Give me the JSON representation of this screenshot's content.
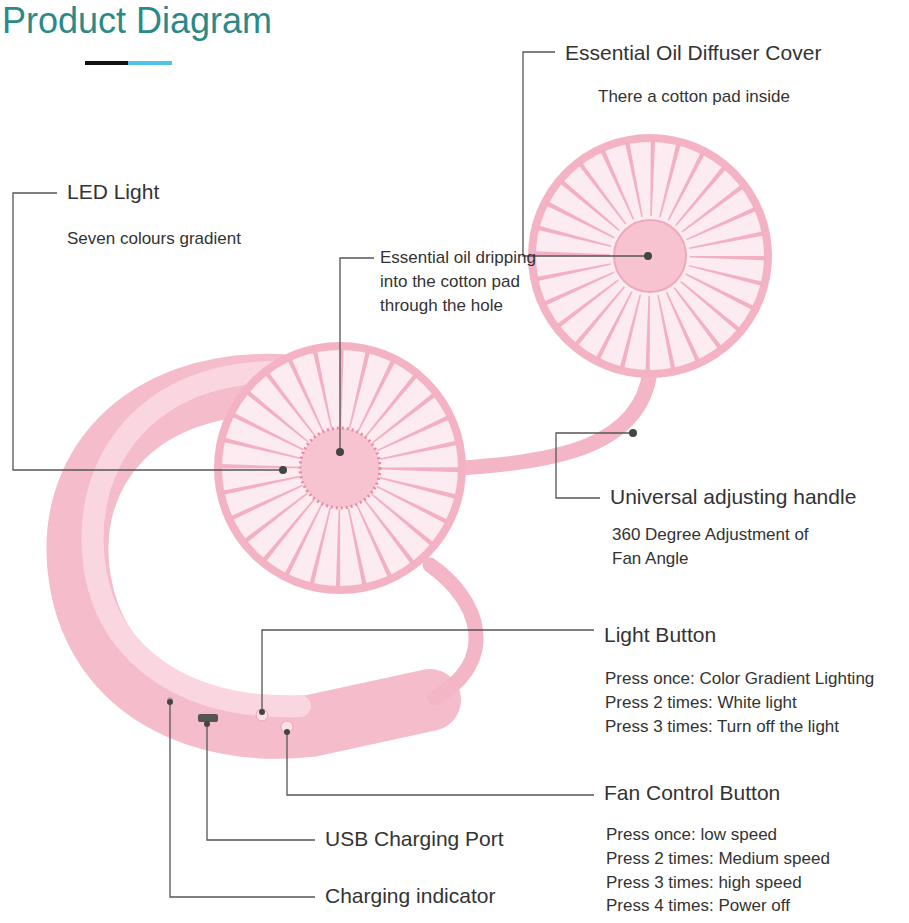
{
  "diagram": {
    "title": "Product Diagram",
    "labels": [
      "Essential Oil Diffuser Cover",
      "There a cotton pad inside",
      "LED Light",
      "Seven colours gradient",
      "Essential oil dripping into the cotton pad through the hole",
      "Universal adjusting handle",
      "360 Degree Adjustment of Fan Angle",
      "Light Button",
      "Press once: Color Gradient Lighting",
      "Press 2 times: White light",
      "Press 3 times: Turn off the light",
      "Fan Control Button",
      "Press once: low speed",
      "Press 2 times: Medium speed",
      "Press 3 times: high speed",
      "Press 4 times: Power off",
      "USB Charging Port",
      "Charging indicator"
    ]
  }
}
